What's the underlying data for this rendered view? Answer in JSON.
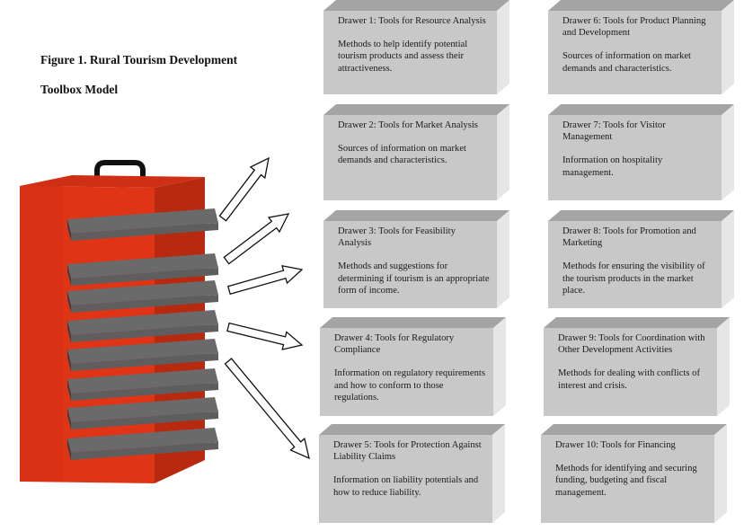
{
  "figure": {
    "title_line1": "Figure 1. Rural Tourism Development",
    "title_line2": "Toolbox Model"
  },
  "colors": {
    "toolbox_red": "#e03417",
    "toolbox_red_side": "#b82a10",
    "drawer_gray": "#5e5e5e",
    "box_front": "#c8c8c8",
    "box_top": "#a4a4a4",
    "box_side": "#e6e6e6"
  },
  "drawers": [
    {
      "title": "Drawer 1: Tools for Resource Analysis",
      "desc": "Methods to help identify potential tourism products and assess their attractiveness."
    },
    {
      "title": "Drawer 2: Tools for Market Analysis",
      "desc": "Sources of information on market demands and characteristics."
    },
    {
      "title": "Drawer 3: Tools for Feasibility Analysis",
      "desc": "Methods and suggestions for determining if tourism is an appropriate form of income."
    },
    {
      "title": "Drawer 4: Tools for Regulatory Compliance",
      "desc": "Information on regulatory requirements and how to conform to those regulations."
    },
    {
      "title": "Drawer 5: Tools for Protection Against Liability Claims",
      "desc": "Information on liability potentials and how to reduce liability."
    },
    {
      "title": "Drawer 6: Tools for Product Planning and Development",
      "desc": "Sources of information on market demands and characteristics."
    },
    {
      "title": "Drawer 7: Tools for Visitor Management",
      "desc": "Information on hospitality management."
    },
    {
      "title": "Drawer 8: Tools for Promotion and Marketing",
      "desc": "Methods for ensuring the visibility of the tourism products in the market place."
    },
    {
      "title": "Drawer 9: Tools for Coordination with Other Development Activities",
      "desc": "Methods for dealing with conflicts of interest and crisis."
    },
    {
      "title": "Drawer 10: Tools for Financing",
      "desc": "Methods for identifying and securing funding, budgeting and fiscal management."
    }
  ]
}
